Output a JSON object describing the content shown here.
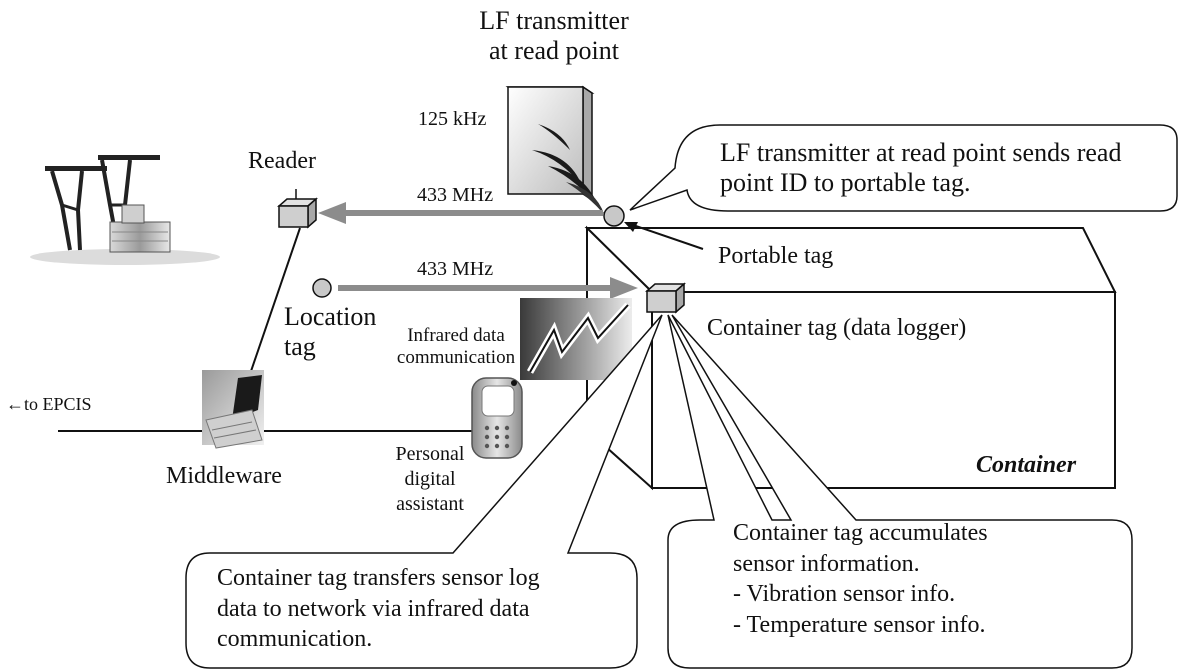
{
  "labels": {
    "lf_transmitter_line1": "LF transmitter",
    "lf_transmitter_line2": "at read point",
    "freq_125": "125 kHz",
    "reader": "Reader",
    "freq_433_top": "433 MHz",
    "freq_433_mid": "433 MHz",
    "portable_tag": "Portable tag",
    "location_tag_line1": "Location",
    "location_tag_line2": "tag",
    "infrared_line1": "Infrared data",
    "infrared_line2": "communication",
    "container_tag": "Container tag (data logger)",
    "to_epcis": "←to EPCIS",
    "middleware": "Middleware",
    "pda_line1": "Personal",
    "pda_line2": "digital",
    "pda_line3": "assistant",
    "container": "Container"
  },
  "callouts": {
    "lf_sends": {
      "line1": "LF transmitter at read point sends read",
      "line2": "point ID to portable tag."
    },
    "transfers": {
      "line1": "Container tag transfers sensor log",
      "line2": "data to network via infrared data",
      "line3": "communication."
    },
    "accumulates": {
      "line1": "Container tag accumulates",
      "line2": "sensor information.",
      "line3": "- Vibration sensor info.",
      "line4": "- Temperature sensor info."
    }
  },
  "colors": {
    "arrow_gray": "#8c8c8c",
    "tag_gray": "#c8c8c8",
    "outline": "#111111"
  },
  "icons": [
    "port-crane-ship-icon",
    "lf-transmitter-icon",
    "reader-icon",
    "laptop-icon",
    "pda-icon",
    "infrared-icon"
  ]
}
